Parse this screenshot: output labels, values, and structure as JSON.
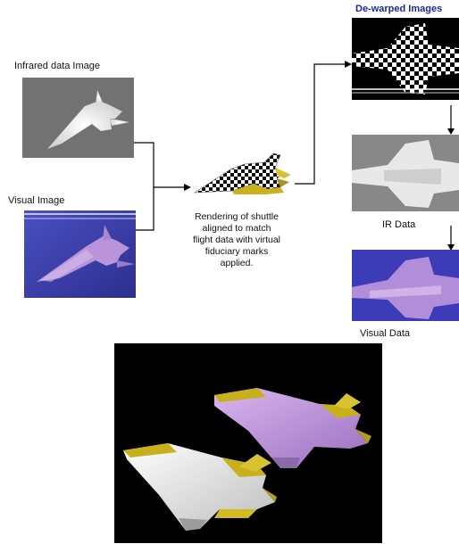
{
  "labels": {
    "infrared": "Infrared data Image",
    "visual": "Visual Image",
    "dewarped": "De-warped Images",
    "ir_data": "IR Data",
    "visual_data": "Visual  Data"
  },
  "caption": {
    "line1": "Rendering of shuttle",
    "line2": "aligned to match",
    "line3": "flight data with virtual",
    "line4": "fiduciary marks",
    "line5": "applied."
  },
  "colors": {
    "title_blue": "#1a2a9c",
    "ir_gray": "#7b7b7b",
    "visual_blue": "#3a3aa8",
    "shuttle_lavender": "#c49ad9",
    "shuttle_gold": "#b8a21e"
  }
}
